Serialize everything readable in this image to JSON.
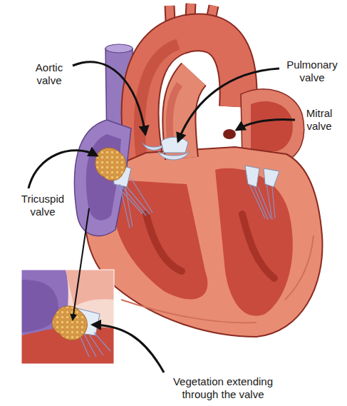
{
  "diagram": {
    "labels": [
      "Aortic valve",
      "Pulmonary valve",
      "Mitral valve",
      "Tricuspid valve",
      "Vegetation extending through the valve"
    ]
  }
}
